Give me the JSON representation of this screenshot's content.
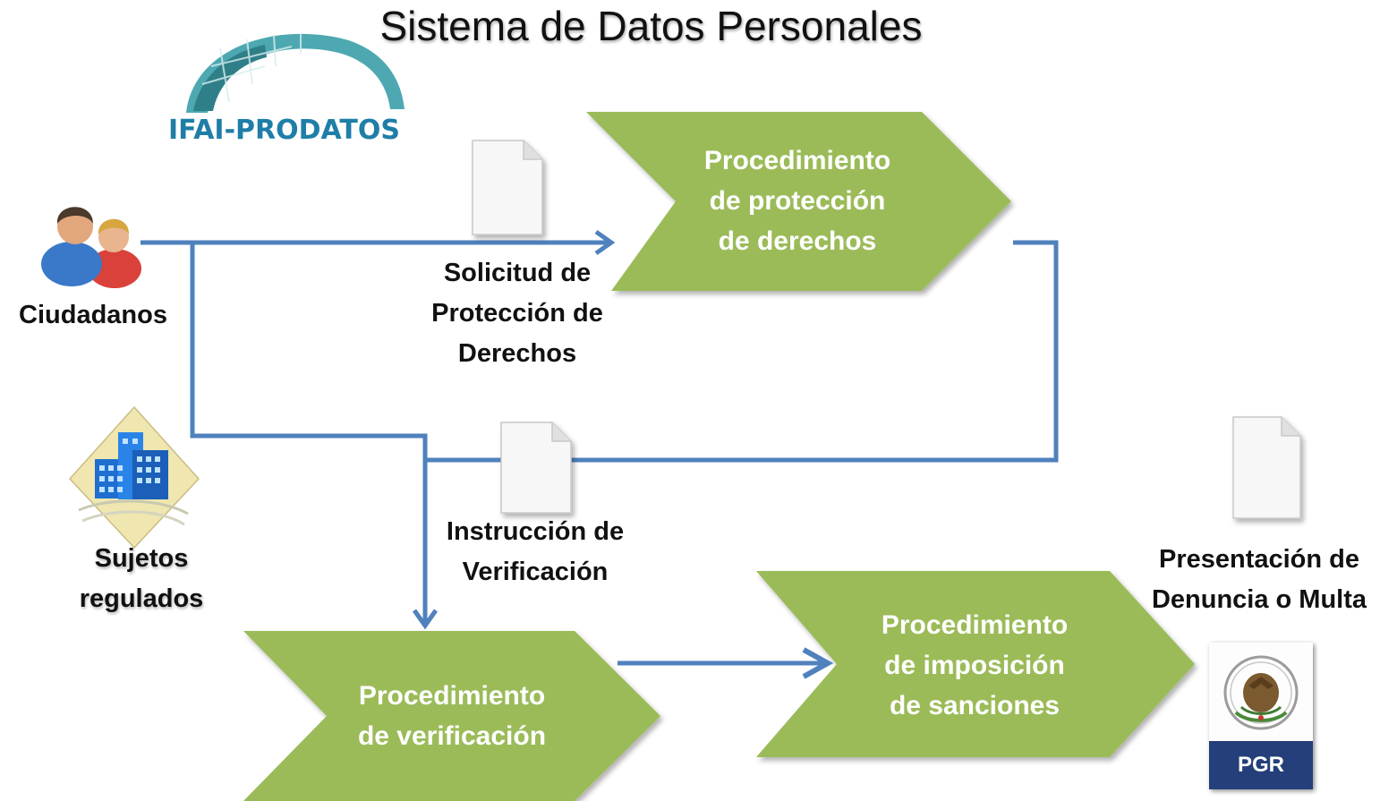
{
  "title": "Sistema de Datos Personales",
  "logo": {
    "text": "IFAI-PRODATOS"
  },
  "actors": {
    "ciudadanos": "Ciudadanos",
    "sujetos_regulados": "Sujetos\nregulados"
  },
  "processes": {
    "proteccion": "Procedimiento\nde protección\nde derechos",
    "verificacion": "Procedimiento\nde verificación",
    "sanciones": "Procedimiento\nde imposición\nde sanciones"
  },
  "documents": {
    "solicitud": "Solicitud de\nProtección de\nDerechos",
    "instruccion": "Instrucción de\nVerificación",
    "presentacion": "Presentación de\nDenuncia  o Multa"
  },
  "pgr": {
    "label": "PGR"
  },
  "colors": {
    "chevron": "#9bbb59",
    "connector": "#4f81bd",
    "pgr_bar": "#243f7a",
    "logo": "#1f7ea8"
  }
}
